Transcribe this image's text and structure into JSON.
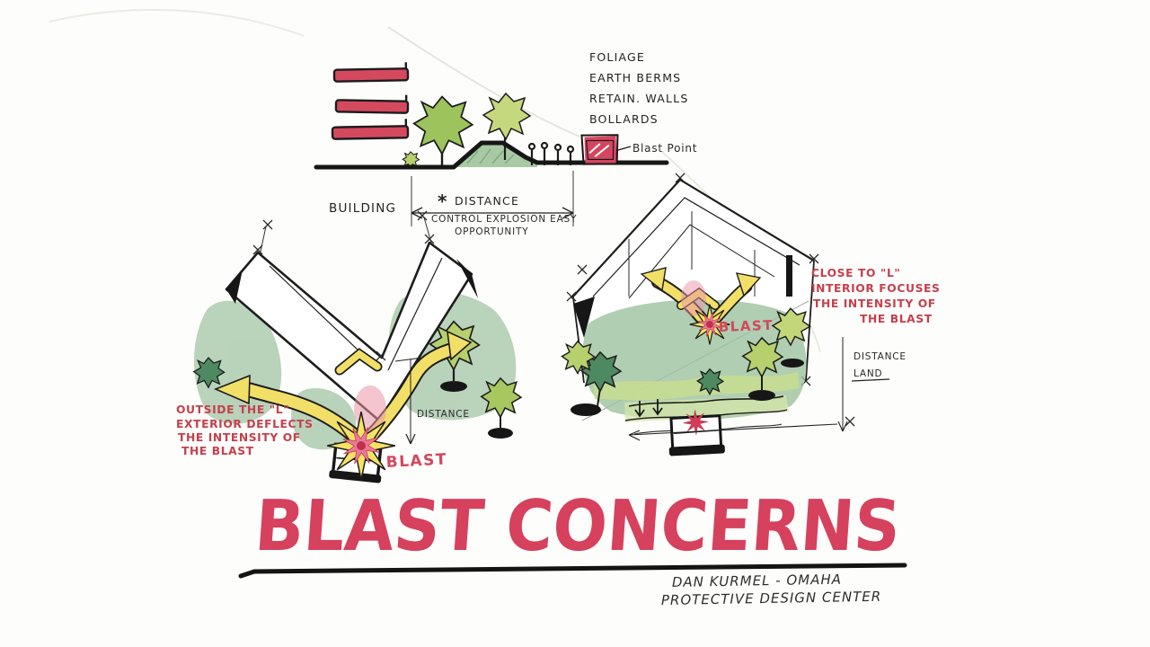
{
  "palette": {
    "marker_red": "#d6415d",
    "annotation_red": "#c5404d",
    "ink_black": "#1c1c1c",
    "arrow_yellow": "#f2df67",
    "leaf_light_green": "#b7d06e",
    "leaf_dark_green": "#4e8a61",
    "wash_green": "#a9c8ab",
    "explosion_pink": "#eb93a8"
  },
  "section_view": {
    "mitigation_list": [
      "FOLIAGE",
      "EARTH BERMS",
      "RETAIN. WALLS",
      "BOLLARDS"
    ],
    "blast_point_label": "Blast Point",
    "building_label": "BUILDING",
    "distance_symbol": "*",
    "distance_label": "DISTANCE",
    "note_line1": "CONTROL EXPLOSION EASY",
    "note_line2": "OPPORTUNITY"
  },
  "exterior_diagram": {
    "annotation_line1": "OUTSIDE THE \"L\"",
    "annotation_line2": "EXTERIOR DEFLECTS",
    "annotation_line3": "THE INTENSITY OF",
    "annotation_line4": "THE BLAST",
    "blast_label": "BLAST",
    "distance_label": "DISTANCE"
  },
  "interior_diagram": {
    "annotation_line1": "CLOSE TO \"L\"",
    "annotation_line2": "INTERIOR FOCUSES",
    "annotation_line3": "THE INTENSITY OF",
    "annotation_line4": "THE BLAST",
    "blast_label": "BLAST",
    "distance_label": "DISTANCE",
    "land_label": "LAND"
  },
  "footer": {
    "title": "BLAST CONCERNS",
    "credit_line1": "DAN KURMEL - OMAHA",
    "credit_line2": "PROTECTIVE DESIGN CENTER"
  }
}
